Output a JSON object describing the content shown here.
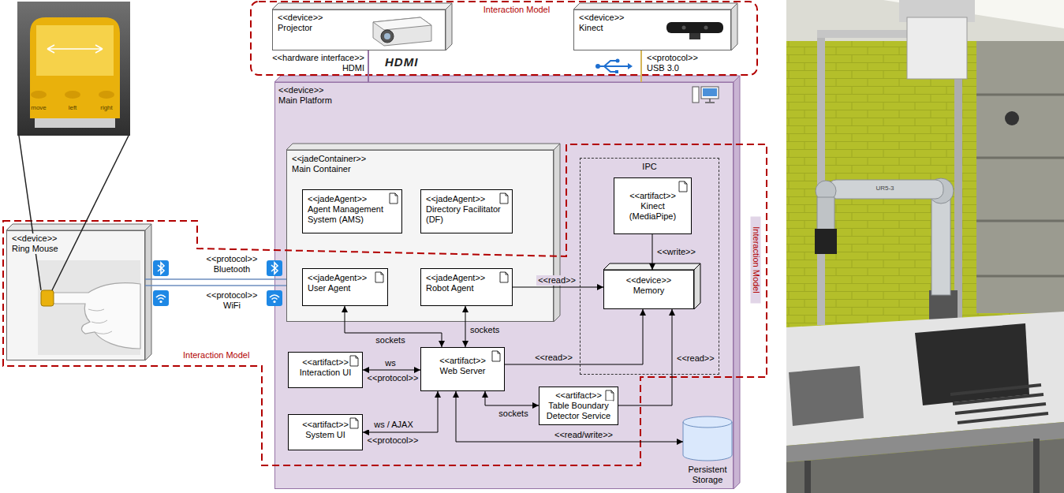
{
  "diagram": {
    "nodes": [
      {
        "text": [
          "<<device>>",
          "Projector"
        ]
      },
      {
        "text": [
          "<<device>>",
          "Kinect"
        ]
      },
      {
        "text": [
          "<<device>>",
          "Ring Mouse"
        ]
      },
      {
        "text": [
          "<<device>>",
          "Main Platform"
        ]
      },
      {
        "text": [
          "<<jadeContainer>>",
          "Main Container"
        ],
        "in": 3
      },
      {
        "text": [
          "<<jadeAgent>>",
          "Agent Management System (AMS)"
        ],
        "in": 4
      },
      {
        "text": [
          "<<jadeAgent>>",
          "Directory Facilitator (DF)"
        ],
        "in": 4
      },
      {
        "text": [
          "<<jadeAgent>>",
          "User Agent"
        ],
        "in": 4
      },
      {
        "text": [
          "<<jadeAgent>>",
          "Robot Agent"
        ],
        "in": 4
      },
      {
        "text": [
          "IPC"
        ],
        "in": 3
      },
      {
        "text": [
          "<<artifact>>",
          "Kinect (MediaPipe)"
        ],
        "in": 9
      },
      {
        "text": [
          "<<device>>",
          "Memory"
        ],
        "in": 9
      },
      {
        "text": [
          "<<artifact>>",
          "Interaction UI"
        ],
        "in": 3
      },
      {
        "text": [
          "<<artifact>>",
          "Web Server"
        ],
        "in": 3
      },
      {
        "text": [
          "<<artifact>>",
          "System UI"
        ],
        "in": 3
      },
      {
        "text": [
          "<<artifact>>",
          "Table Boundary Detector Service"
        ],
        "in": 3
      },
      {
        "text": [
          "Persistent Storage"
        ],
        "in": 3
      }
    ],
    "edges": [
      {
        "from": 0,
        "to": 3,
        "arrow": "none",
        "label": "<<hardware interface>> HDMI"
      },
      {
        "from": 1,
        "to": 3,
        "arrow": "none",
        "label": "<<protocol>> USB 3.0"
      },
      {
        "from": 2,
        "to": 4,
        "arrow": "none",
        "label": "<<protocol>> Bluetooth"
      },
      {
        "from": 2,
        "to": 4,
        "arrow": "none",
        "label": "<<protocol>> WiFi"
      },
      {
        "from": 10,
        "to": 11,
        "arrow": "to",
        "label": "<<write>>"
      },
      {
        "from": 8,
        "to": 11,
        "arrow": "to",
        "label": "<<read>>"
      },
      {
        "from": 7,
        "to": 13,
        "arrow": "both",
        "label": "sockets"
      },
      {
        "from": 8,
        "to": 13,
        "arrow": "both",
        "label": "sockets"
      },
      {
        "from": 12,
        "to": 13,
        "arrow": "both",
        "label": "ws"
      },
      {
        "from": 14,
        "to": 13,
        "arrow": "both",
        "label": "ws / AJAX"
      },
      {
        "from": 13,
        "to": 11,
        "arrow": "to",
        "label": "<<read>>"
      },
      {
        "from": 13,
        "to": 15,
        "arrow": "both",
        "label": "sockets"
      },
      {
        "from": 15,
        "to": 11,
        "arrow": "to",
        "label": "<<read>>"
      },
      {
        "from": 13,
        "to": 16,
        "arrow": "both",
        "label": "<<read/write>>"
      }
    ],
    "labels": [
      "Interaction Model",
      "move",
      "left",
      "right",
      "HDMI",
      "Interaction Model",
      "<<protocol>>",
      "<<protocol>>",
      "Interaction Model",
      "UR5-3"
    ]
  }
}
